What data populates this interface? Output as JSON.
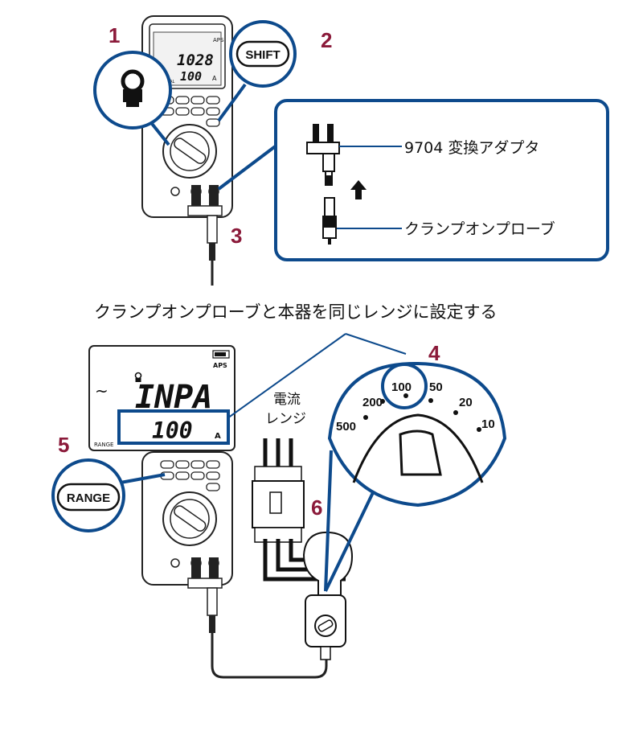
{
  "steps": {
    "s1": "1",
    "s2": "2",
    "s3": "3",
    "s4": "4",
    "s5": "5",
    "s6": "6"
  },
  "top_meter": {
    "lcd_main": "1028",
    "lcd_sub": "100",
    "lcd_unit": "A",
    "lcd_mode": "MANUAL",
    "lcd_aps": "APS"
  },
  "buttons": {
    "shift": "SHIFT",
    "range": "RANGE"
  },
  "callout_adapter": {
    "adapter_label": "9704 変換アダプタ",
    "probe_label": "クランプオンプローブ"
  },
  "instruction": "クランプオンプローブと本器を同じレンジに設定する",
  "bottom_lcd": {
    "tilde": "~",
    "main": "INPA",
    "sub": "100",
    "unit": "A",
    "aps": "APS",
    "range_tag": "RANGE"
  },
  "current_range_label": {
    "line1": "電流",
    "line2": "レンジ"
  },
  "dial": {
    "labels": [
      "500",
      "200",
      "100",
      "50",
      "20",
      "10"
    ],
    "selected": "100"
  },
  "colors": {
    "accent_blue": "#0d4a8c",
    "step_red": "#8b1a3a",
    "outline": "#222222"
  }
}
